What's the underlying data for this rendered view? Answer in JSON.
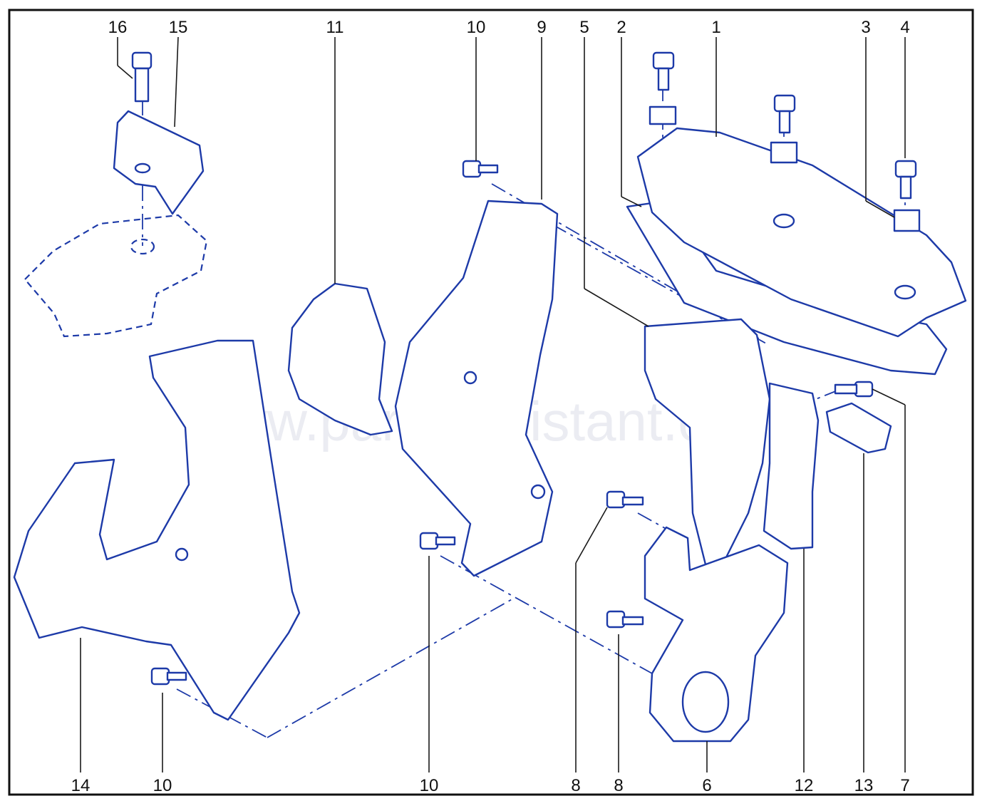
{
  "diagram": {
    "type": "exploded-parts-view",
    "colors": {
      "ink": "#1d3aa8",
      "frame": "#111111",
      "background": "#ffffff",
      "watermark": "#d8dbe6"
    },
    "watermark": "www.partsassistant.com",
    "callouts": [
      {
        "id": "c16",
        "label": "16"
      },
      {
        "id": "c15",
        "label": "15"
      },
      {
        "id": "c11",
        "label": "11"
      },
      {
        "id": "c10a",
        "label": "10"
      },
      {
        "id": "c9",
        "label": "9"
      },
      {
        "id": "c5",
        "label": "5"
      },
      {
        "id": "c2",
        "label": "2"
      },
      {
        "id": "c1",
        "label": "1"
      },
      {
        "id": "c3",
        "label": "3"
      },
      {
        "id": "c4",
        "label": "4"
      },
      {
        "id": "c14",
        "label": "14"
      },
      {
        "id": "c10b",
        "label": "10"
      },
      {
        "id": "c10c",
        "label": "10"
      },
      {
        "id": "c8a",
        "label": "8"
      },
      {
        "id": "c8b",
        "label": "8"
      },
      {
        "id": "c6",
        "label": "6"
      },
      {
        "id": "c12",
        "label": "12"
      },
      {
        "id": "c13",
        "label": "13"
      },
      {
        "id": "c7",
        "label": "7"
      }
    ]
  }
}
